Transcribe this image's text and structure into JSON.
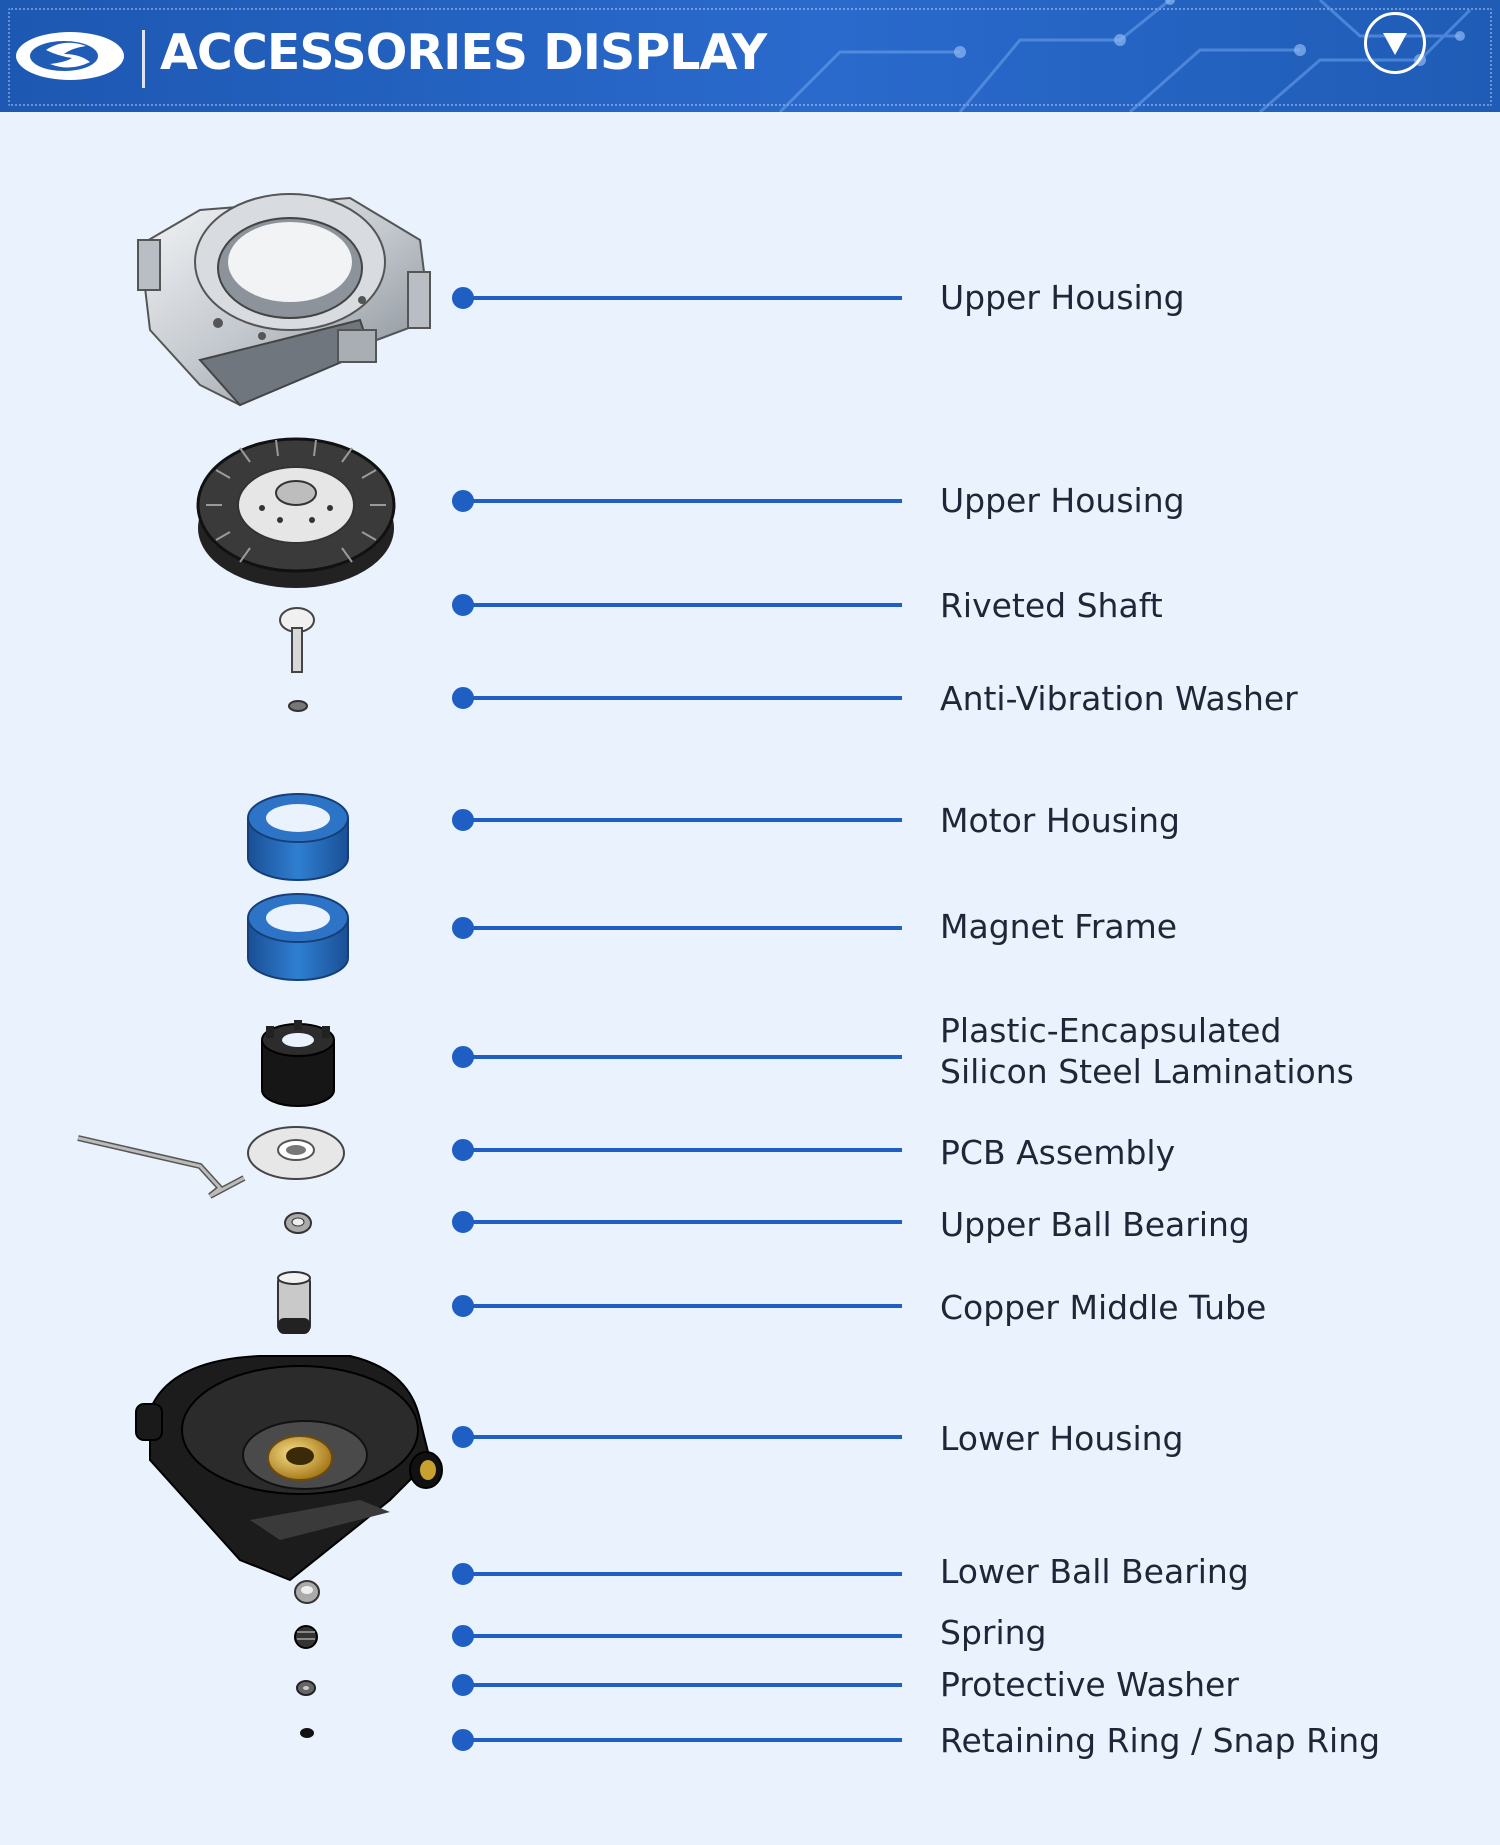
{
  "header": {
    "title": "ACCESSORIES DISPLAY",
    "logo_icon": "brand-logo-icon",
    "menu_icon": "chevron-down-circle-icon",
    "background_color": "#2160c0",
    "text_color": "#ffffff"
  },
  "diagram": {
    "line_color": "#1f5fc4",
    "labels": [
      {
        "line1": "Upper Housing"
      },
      {
        "line1": "Upper Housing"
      },
      {
        "line1": "Riveted Shaft"
      },
      {
        "line1": "Anti-Vibration Washer"
      },
      {
        "line1": "Motor Housing"
      },
      {
        "line1": "Magnet Frame"
      },
      {
        "line1": "Plastic-Encapsulated",
        "line2": "Silicon Steel Laminations"
      },
      {
        "line1": "PCB Assembly"
      },
      {
        "line1": "Upper Ball Bearing"
      },
      {
        "line1": "Copper Middle Tube"
      },
      {
        "line1": "Lower Housing"
      },
      {
        "line1": "Lower Ball Bearing"
      },
      {
        "line1": "Spring"
      },
      {
        "line1": "Protective Washer"
      },
      {
        "line1": "Retaining Ring / Snap Ring"
      }
    ]
  }
}
